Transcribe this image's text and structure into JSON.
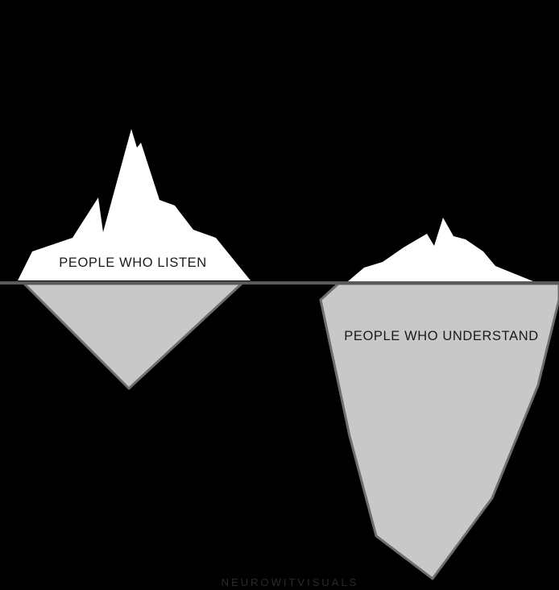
{
  "colors": {
    "background": "#000000",
    "ice_above_water": "#ffffff",
    "ice_below_water": "#c8c8c8",
    "ice_outline": "#6e6e6e",
    "water_line": "#5a5a5a",
    "label_text": "#1a1a1a"
  },
  "icebergs": [
    {
      "label": "PEOPLE WHO LISTEN"
    },
    {
      "label": "PEOPLE WHO UNDERSTAND"
    }
  ],
  "watermark": "NEUROWITVISUALS"
}
